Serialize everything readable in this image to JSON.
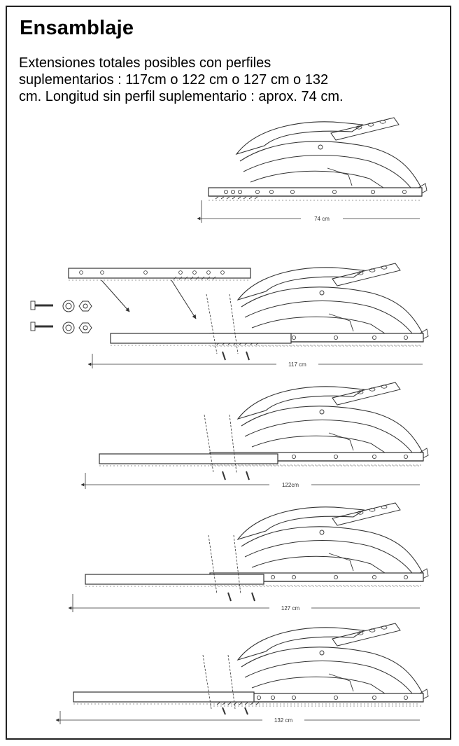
{
  "page": {
    "title": "Ensamblaje",
    "intro_lines": [
      "Extensiones totales posibles con perfiles",
      "suplementarios : 117cm o 122 cm o 127 cm o 132",
      "cm. Longitud sin perfil suplementario : aprox. 74 cm."
    ]
  },
  "figures": [
    {
      "label": "74 cm"
    },
    {
      "label": "117 cm"
    },
    {
      "label": "122cm"
    },
    {
      "label": "127 cm"
    },
    {
      "label": "132 cm"
    }
  ]
}
